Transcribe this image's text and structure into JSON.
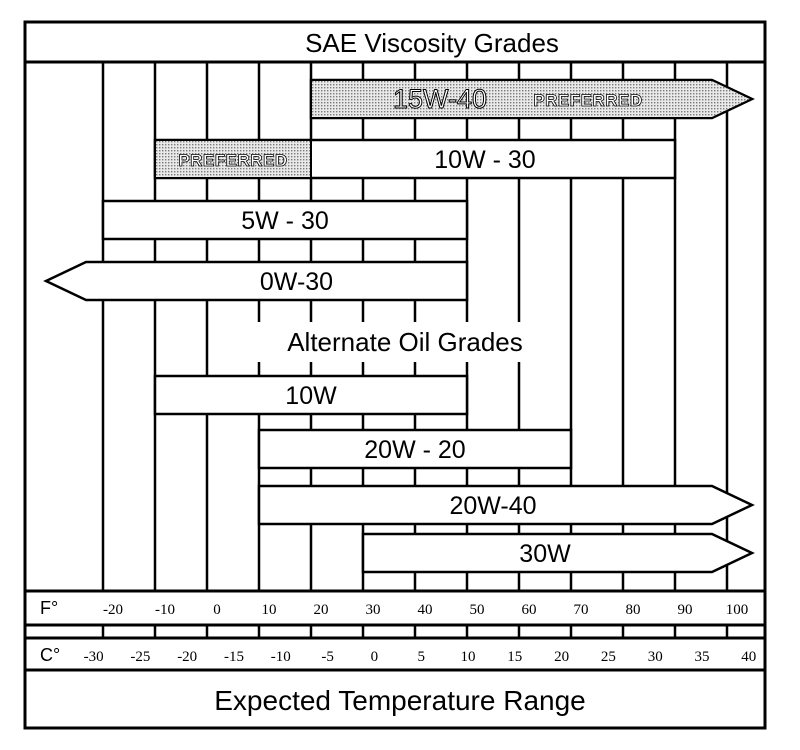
{
  "chart_data": {
    "type": "bar",
    "title": "SAE Viscosity Grades",
    "section_label": "Alternate Oil Grades",
    "footer_label": "Expected Temperature Range",
    "preferred_label": "PREFERRED",
    "units": {
      "fahrenheit": "F°",
      "celsius": "C°"
    },
    "fahrenheit_ticks": [
      "-20",
      "-10",
      "0",
      "10",
      "20",
      "30",
      "40",
      "50",
      "60",
      "70",
      "80",
      "90",
      "100"
    ],
    "celsius_ticks": [
      "-30",
      "-25",
      "-20",
      "-15",
      "-10",
      "-5",
      "0",
      "5",
      "10",
      "15",
      "20",
      "25",
      "30",
      "35",
      "40"
    ],
    "preferred_grades": [
      {
        "label": "15W-40",
        "preferred_tag": "PREFERRED",
        "min_f": 20,
        "max_f": null,
        "extends_right": true,
        "extends_left": false,
        "preferred_from_f": 20,
        "preferred_to_f": null
      },
      {
        "label": "10W - 30",
        "preferred_tag": "PREFERRED",
        "min_f": -10,
        "max_f": 90,
        "extends_right": false,
        "extends_left": false,
        "preferred_from_f": -10,
        "preferred_to_f": 20
      },
      {
        "label": "5W - 30",
        "min_f": -20,
        "max_f": 50,
        "extends_right": false,
        "extends_left": false
      },
      {
        "label": "0W-30",
        "min_f": null,
        "max_f": 50,
        "extends_right": false,
        "extends_left": true
      }
    ],
    "alternate_grades": [
      {
        "label": "10W",
        "min_f": -10,
        "max_f": 50,
        "extends_right": false,
        "extends_left": false
      },
      {
        "label": "20W - 20",
        "min_f": 10,
        "max_f": 70,
        "extends_right": false,
        "extends_left": false
      },
      {
        "label": "20W-40",
        "min_f": 10,
        "max_f": null,
        "extends_right": true,
        "extends_left": false
      },
      {
        "label": "30W",
        "min_f": 30,
        "max_f": null,
        "extends_right": true,
        "extends_left": false
      }
    ],
    "xlabel": "Expected Temperature Range",
    "grid": true
  }
}
